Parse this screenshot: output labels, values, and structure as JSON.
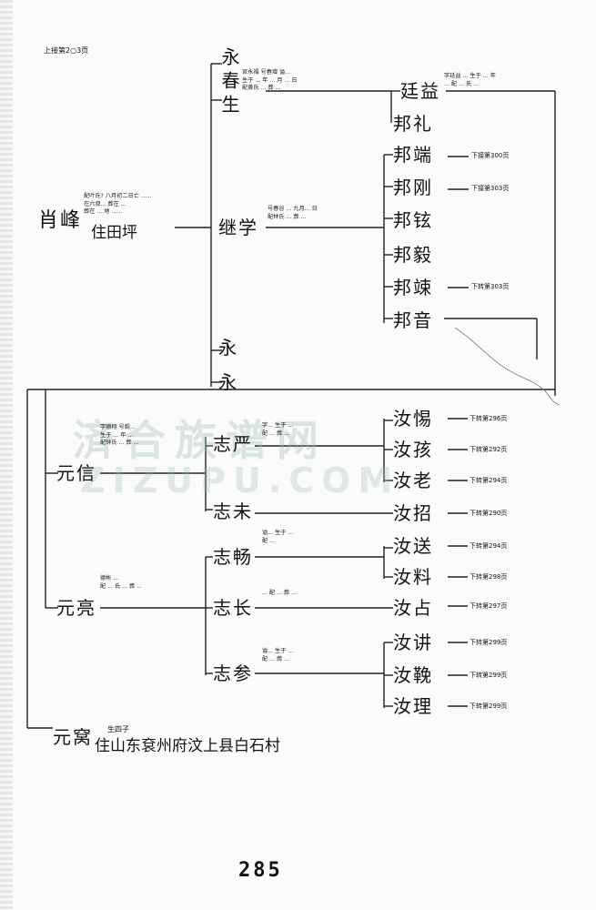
{
  "header_note": "上接第2○3页",
  "page_number": "285",
  "watermark": {
    "cn": "済合族谱网",
    "en": "ZIZUPU.COM"
  },
  "gen1": {
    "name": "肖峰",
    "note": "配叶氏?  八月初二日亡 ...... \n 在六叔... 葬在 ... \n 葬在 ... 地 ......",
    "residence": "住田坪"
  },
  "gen2": [
    {
      "name": "永春生",
      "note": "官永福 号春增 谥... \n 生于 ... 年 ... 月 ... 日 \n 配黄氏 ... 葬 ..."
    },
    {
      "name": "继学",
      "note": "号春谷 ... 九月... 日 \n 配林氏 ... 葬 ..."
    },
    {
      "name": "永",
      "note": ""
    },
    {
      "name": "永",
      "note": ""
    }
  ],
  "gen3_top": [
    {
      "name": "廷益",
      "note": "字廷益 ... 生于 ... 年 \n ... 配 ... 氏 ..."
    },
    {
      "name": "邦礼",
      "ref": ""
    },
    {
      "name": "邦端",
      "ref": "下接第300页"
    },
    {
      "name": "邦刚",
      "ref": "下接第303页"
    },
    {
      "name": "邦铉",
      "ref": ""
    },
    {
      "name": "邦毅",
      "ref": ""
    },
    {
      "name": "邦竦",
      "ref": "下转第303页"
    },
    {
      "name": "邦音",
      "ref": ""
    }
  ],
  "gen_yuan": [
    {
      "name": "元信",
      "note": "字德翔 号毅... \n 生于 ... 年 ... \n 配钟氏 ... 葬 ..."
    },
    {
      "name": "元亮",
      "note": "德彬 ... \n 配 ... 氏 ... 葬 ..."
    },
    {
      "name": "元窝",
      "note": "生四子",
      "residence": "住山东袞州府汶上县白石村"
    }
  ],
  "gen_zhi": [
    {
      "name": "志严",
      "note": "字... 生于 ... \n 配 ... 葬 ..."
    },
    {
      "name": "志未",
      "note": ""
    },
    {
      "name": "志畅",
      "note": "谥... 生于 ... \n 配 ..."
    },
    {
      "name": "志长",
      "note": "... 配 ... 葬 ..."
    },
    {
      "name": "志参",
      "note": "谥... 生于 ... \n 配 ... 葬 ..."
    }
  ],
  "gen_ru": [
    {
      "name": "汝惕",
      "ref": "下转第296页"
    },
    {
      "name": "汝孩",
      "ref": "下转第292页"
    },
    {
      "name": "汝老",
      "ref": "下转第294页"
    },
    {
      "name": "汝招",
      "ref": "下转第290页"
    },
    {
      "name": "汝送",
      "ref": "下转第294页"
    },
    {
      "name": "汝料",
      "ref": "下转第298页"
    },
    {
      "name": "汝占",
      "ref": "下转第297页"
    },
    {
      "name": "汝讲",
      "ref": "下转第299页"
    },
    {
      "name": "汝鞔",
      "ref": "下转第299页"
    },
    {
      "name": "汝理",
      "ref": "下转第299页"
    }
  ]
}
